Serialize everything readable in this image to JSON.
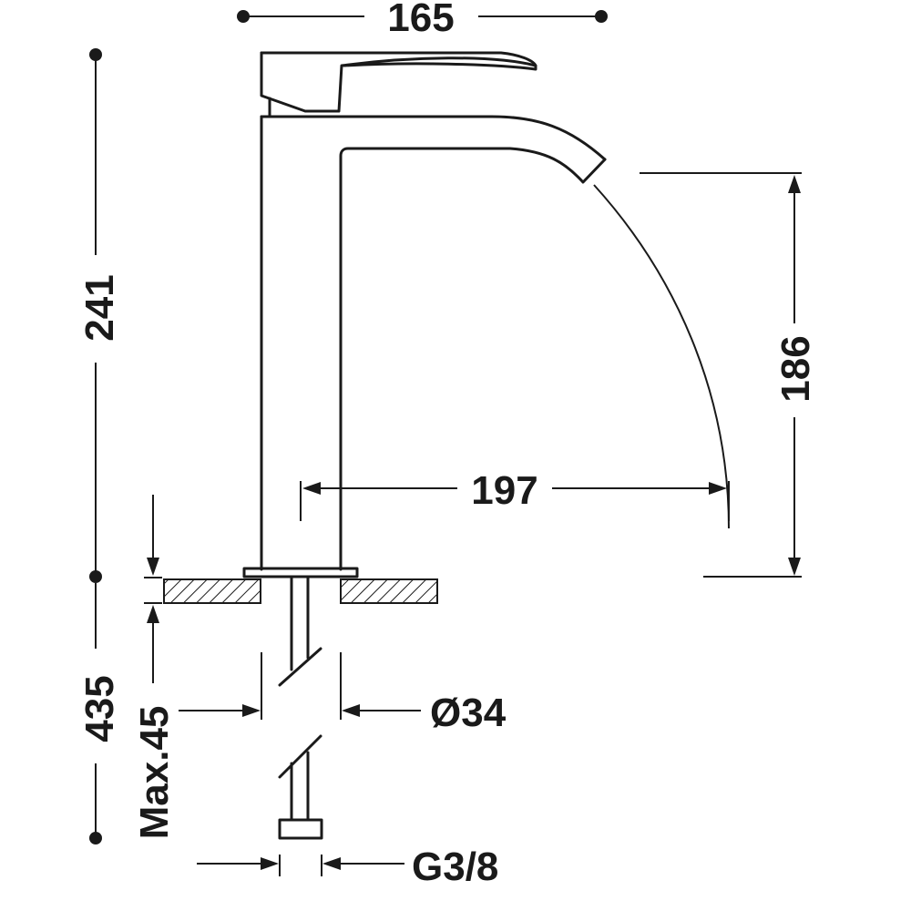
{
  "dimensions": {
    "width_top": "165",
    "height_total": "241",
    "spout_height": "186",
    "spout_reach": "197",
    "below_deck": "435",
    "max_deck": "Max.45",
    "hole_diameter": "Ø34",
    "connection": "G3/8"
  },
  "colors": {
    "line": "#1a1a1a",
    "background": "#ffffff"
  }
}
